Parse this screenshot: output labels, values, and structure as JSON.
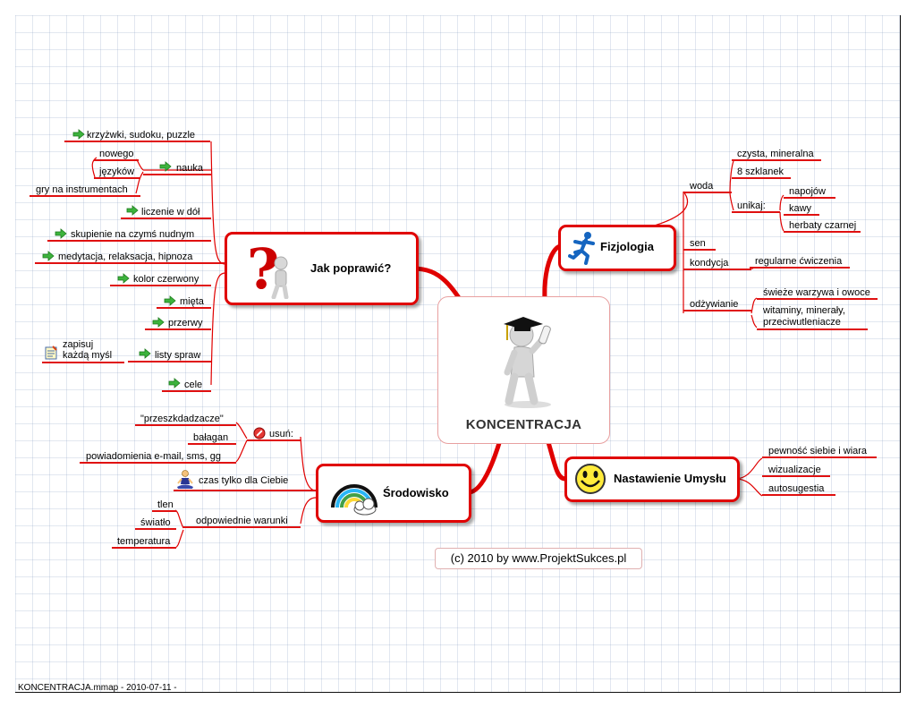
{
  "center": {
    "title": "KONCENTRACJA"
  },
  "copyright": "(c) 2010 by www.ProjektSukces.pl",
  "footer": "KONCENTRACJA.mmap - 2010-07-11 -",
  "jak": {
    "title": "Jak poprawić?",
    "items": {
      "krzyzowki": "krzyżwki, sudoku, puzzle",
      "nauka": "nauka",
      "nowego": "nowego",
      "jezykow": "języków",
      "gry": "gry na instrumentach",
      "liczenie": "liczenie w dół",
      "skupienie": "skupienie na czymś nudnym",
      "medytacja": "medytacja, relaksacja, hipnoza",
      "kolor": "kolor czerwony",
      "mieta": "mięta",
      "przerwy": "przerwy",
      "listy": "listy spraw",
      "zapisuj": "zapisuj",
      "kazda": "każdą myśl",
      "cele": "cele"
    }
  },
  "srodowisko": {
    "title": "Środowisko",
    "items": {
      "usun": "usuń:",
      "przeszkadzacze": "\"przeszkdadzacze\"",
      "balagan": "bałagan",
      "powiadomienia": "powiadomienia e-mail, sms, gg",
      "czas": "czas tylko dla Ciebie",
      "warunki": "odpowiednie warunki",
      "tlen": "tlen",
      "swiatlo": "światło",
      "temperatura": "temperatura"
    }
  },
  "fizjologia": {
    "title": "Fizjologia",
    "items": {
      "woda": "woda",
      "czysta": "czysta, mineralna",
      "szklanek": "8 szklanek",
      "unikaj": "unikaj:",
      "napojow": "napojów",
      "kawy": "kawy",
      "herbaty": "herbaty czarnej",
      "sen": "sen",
      "kondycja": "kondycja",
      "regularne": "regularne ćwiczenia",
      "odzywianie": "odżywianie",
      "swieze": "świeże warzywa i owoce",
      "witaminy": "witaminy, minerały, przeciwutleniacze"
    }
  },
  "nastawienie": {
    "title": "Nastawienie Umysłu",
    "items": {
      "pewnosc": "pewność siebie i wiara",
      "wizualizacje": "wizualizacje",
      "autosugestia": "autosugestia"
    }
  },
  "colors": {
    "branch": "#e00000",
    "accent_green": "#3db33d"
  },
  "icons": {
    "center": "graduate-figure-icon",
    "jak": "question-mark-icon",
    "srodowisko": "rainbow-icon",
    "fizjologia": "runner-icon",
    "nastawienie": "smiley-icon",
    "task": "green-arrow-icon",
    "forbidden": "no-entry-icon",
    "meditation": "meditating-person-icon",
    "notepad": "notepad-icon"
  }
}
